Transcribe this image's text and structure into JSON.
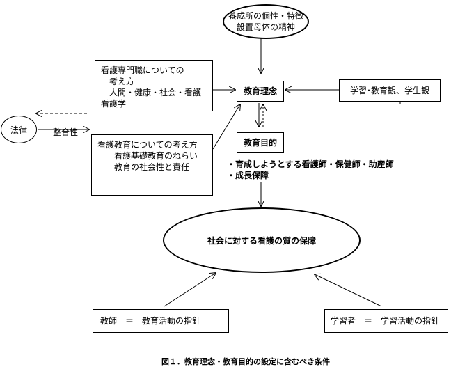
{
  "founding": {
    "lines": [
      "養成所の個性・特徴",
      "設置母体の精神"
    ]
  },
  "nursing_professional": {
    "lines": [
      "看護専門職についての",
      "　考え方",
      "　人間・健康・社会・看護",
      "看護学"
    ]
  },
  "learning_view": {
    "label": "学習･教育観、学生観"
  },
  "philosophy": {
    "label": "教育理念"
  },
  "law": {
    "label": "法律",
    "consistency": "整合性"
  },
  "nursing_education": {
    "lines": [
      "看護教育についての考え方",
      "　　看護基礎教育のねらい",
      "　　教育の社会性と責任"
    ]
  },
  "goal": {
    "label": "教育目的",
    "bullets": [
      "・育成しようとする看護師・保健師・助産師",
      "・成長保障"
    ]
  },
  "quality": {
    "label": "社会に対する看護の質の保障"
  },
  "teacher": {
    "label": "教師　＝　教育活動の指針"
  },
  "learner": {
    "label": "学習者　＝　学習活動の指針"
  },
  "caption": "図１．教育理念・教育目的の設定に含むべき条件"
}
